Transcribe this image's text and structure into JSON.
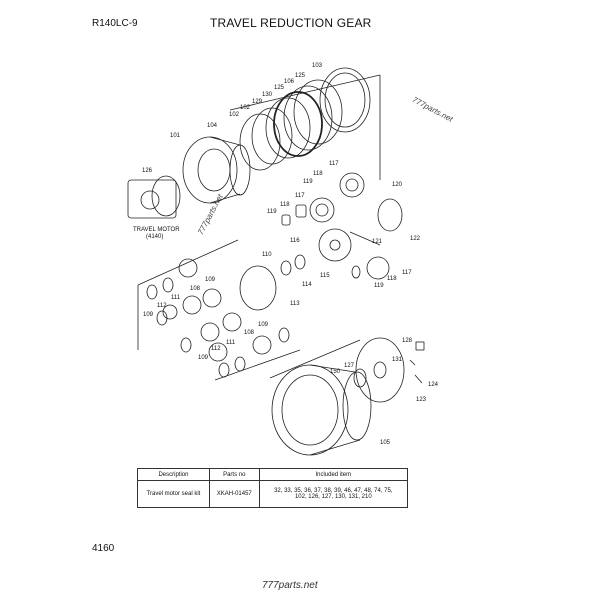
{
  "header": {
    "model": "R140LC-9",
    "title": "TRAVEL REDUCTION GEAR"
  },
  "footer": {
    "page_number": "4160"
  },
  "watermarks": {
    "top": "777parts.net",
    "middle": "777parts.net",
    "bottom": "777parts.net"
  },
  "motor_note": {
    "line1": "TRAVEL MOTOR",
    "line2": "(4140)"
  },
  "callouts": [
    "103",
    "125",
    "106",
    "125",
    "130",
    "129",
    "102",
    "102",
    "104",
    "101",
    "126",
    "117",
    "118",
    "119",
    "120",
    "117",
    "118",
    "119",
    "121",
    "122",
    "116",
    "115",
    "110",
    "114",
    "113",
    "117",
    "118",
    "119",
    "109",
    "108",
    "111",
    "112",
    "109",
    "109",
    "108",
    "111",
    "112",
    "109",
    "128",
    "131",
    "124",
    "127",
    "150",
    "123",
    "105"
  ],
  "parts_table": {
    "headers": [
      "Description",
      "Parts no",
      "Included item"
    ],
    "rows": [
      {
        "description": "Travel motor seal kit",
        "part_no": "XKAH-01457",
        "included_line1": "32, 33, 35, 36, 37, 38, 39, 46, 47, 48, 74, 75,",
        "included_line2": "102, 126, 127, 130, 131, 210"
      }
    ]
  }
}
